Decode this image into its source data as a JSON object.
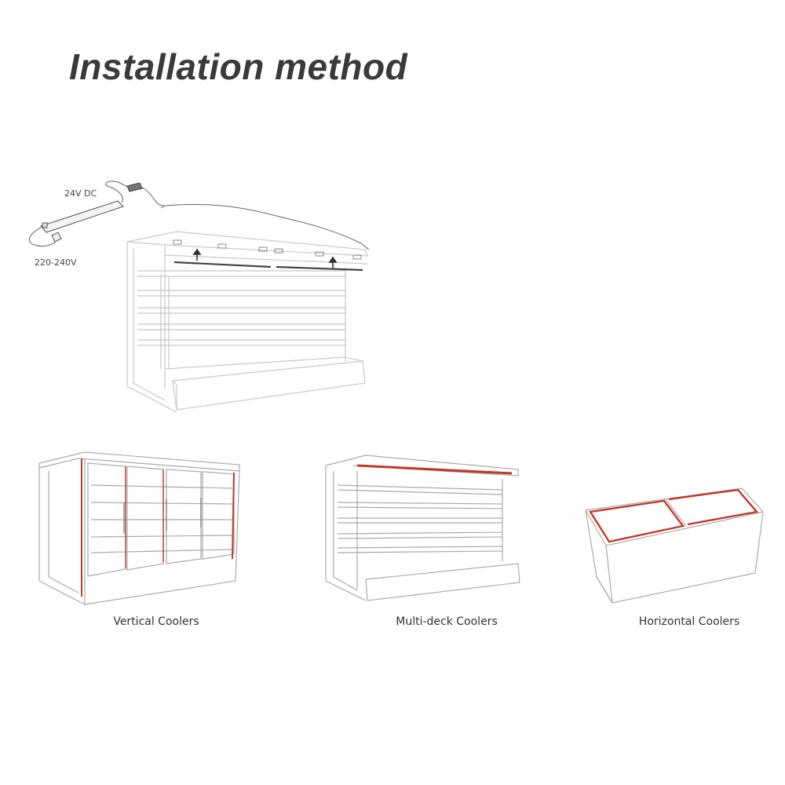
{
  "title": "Installation method",
  "wiring": {
    "dc_label": "24V  DC",
    "ac_label": "220-240V"
  },
  "coolers": [
    {
      "label": "Vertical Coolers"
    },
    {
      "label": "Multi-deck Coolers"
    },
    {
      "label": "Horizontal Coolers"
    }
  ],
  "colors": {
    "line_art": "#9a9a9a",
    "led_highlight": "#c0392b",
    "title": "#3a3a3a"
  }
}
